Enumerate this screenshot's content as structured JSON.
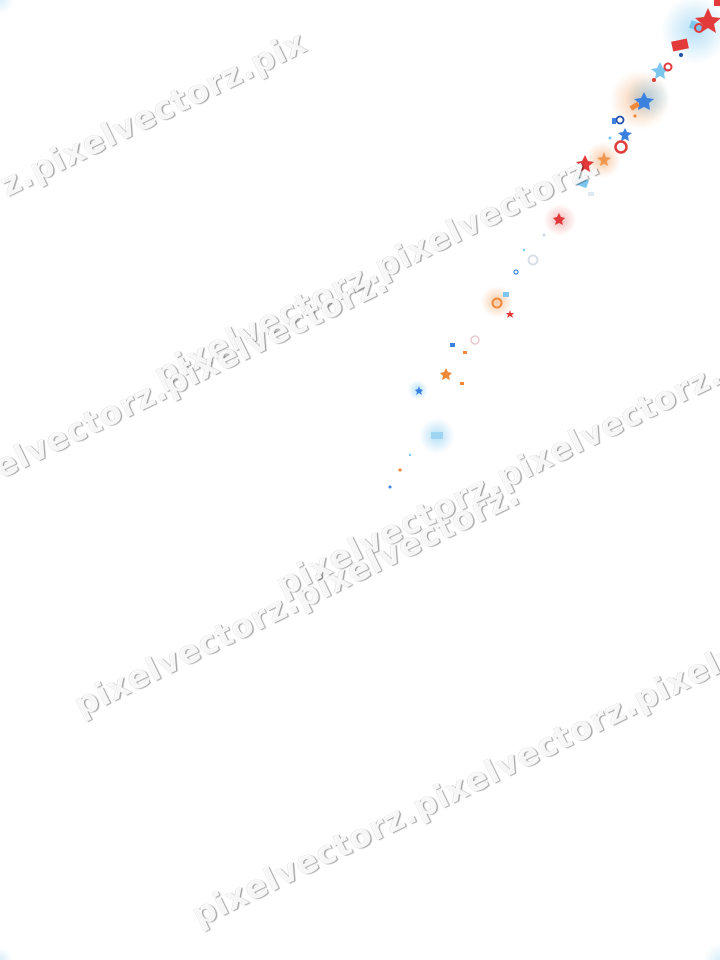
{
  "image": {
    "background_color": "#ffffff",
    "palette": {
      "red": "#e23a3a",
      "orange": "#f08a3a",
      "blue": "#3b82e0",
      "light_blue": "#7cc6ee",
      "navy": "#1f4fa8"
    },
    "watermark_text": "pixelvectorz.pixelvectorz.",
    "watermark_lines": [
      "z.pixelvectorz.pix",
      "pixelvectorz.pixelvectorz.",
      "elvectorz.pixelvectorz.",
      "pixelvectorz.pixelvectorz.",
      "pixelvectorz.pixelvectorz.",
      "pixelvectorz.pixelvectorz.pixelvec"
    ]
  }
}
